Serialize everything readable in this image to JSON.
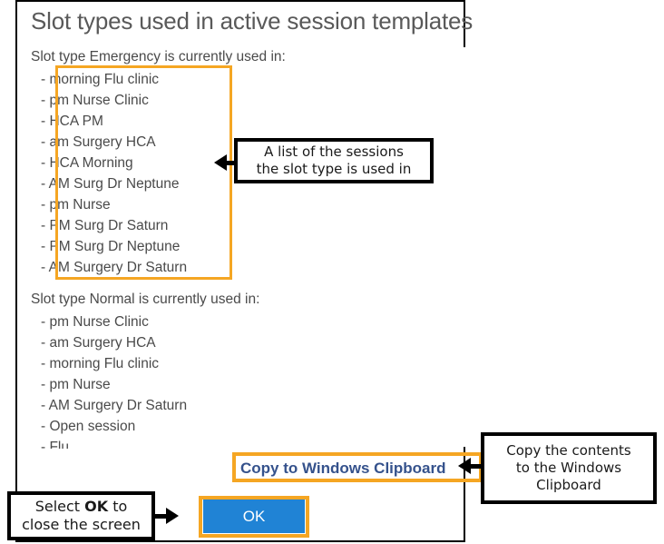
{
  "dialog": {
    "title": "Slot types used in active session templates",
    "groups": [
      {
        "heading": "Slot type Emergency is currently used in:",
        "items": [
          "- morning Flu clinic",
          "- pm Nurse Clinic",
          "- HCA PM",
          "- am Surgery HCA",
          "- HCA Morning",
          "- AM Surg Dr Neptune",
          "- pm Nurse",
          "- PM Surg Dr Saturn",
          "- PM Surg Dr Neptune",
          "- AM Surgery Dr Saturn"
        ]
      },
      {
        "heading": "Slot type Normal is currently used in:",
        "items": [
          "- pm Nurse Clinic",
          "- am Surgery HCA",
          "- morning Flu clinic",
          "- pm Nurse",
          "- AM Surgery Dr Saturn",
          "- Open session",
          "- Flu"
        ]
      }
    ],
    "copy_link_label": "Copy to Windows Clipboard",
    "ok_button_label": "OK"
  },
  "annotations": {
    "list_callout": {
      "line1": "A list of the sessions",
      "line2": "the slot type is used in"
    },
    "copy_callout": {
      "line1": "Copy the contents",
      "line2": "to the Windows",
      "line3": "Clipboard"
    },
    "ok_callout": {
      "line1_prefix": "Select ",
      "line1_bold": "OK",
      "line1_suffix": " to",
      "line2": "close the screen"
    }
  },
  "colors": {
    "highlight": "#f5a623",
    "button": "#2083d5",
    "link": "#35528c",
    "title": "#595959",
    "body_text": "#4a4a4a"
  }
}
